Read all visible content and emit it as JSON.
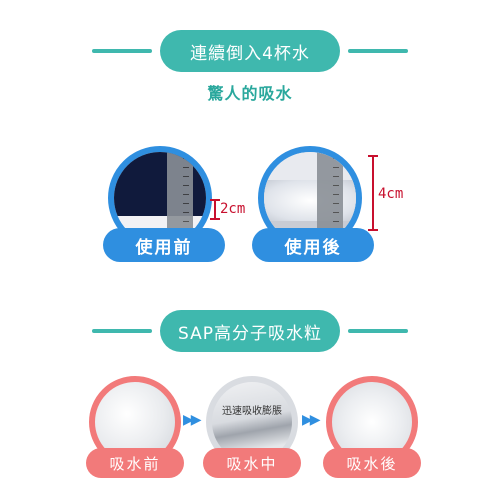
{
  "section1": {
    "title": "連續倒入4杯水",
    "subtitle": "驚人的吸水",
    "before_label": "使用前",
    "after_label": "使用後",
    "before_measure": "2cm",
    "after_measure": "4cm"
  },
  "section2": {
    "title": "SAP高分子吸水粒",
    "caption": "迅速吸收膨脹",
    "steps": [
      "吸水前",
      "吸水中",
      "吸水後"
    ]
  },
  "colors": {
    "teal": "#3fb8ae",
    "blue": "#2f8fe0",
    "red": "#f27a7a",
    "measure": "#c8102e"
  }
}
